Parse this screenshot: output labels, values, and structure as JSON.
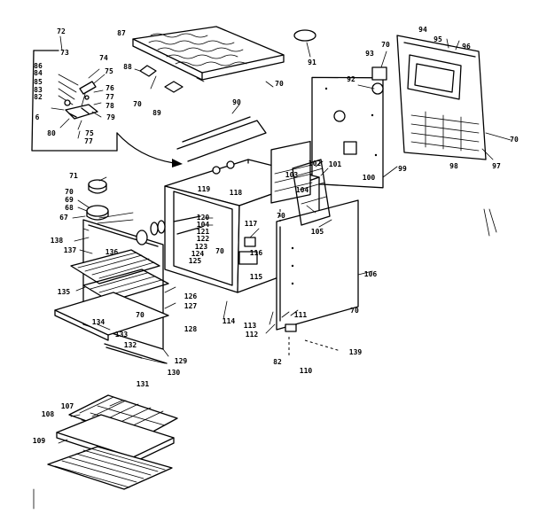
{
  "callouts": [
    {
      "id": "72",
      "text": "72"
    },
    {
      "id": "73",
      "text": "73"
    },
    {
      "id": "74",
      "text": "74"
    },
    {
      "id": "86",
      "text": "86"
    },
    {
      "id": "75",
      "text": "75"
    },
    {
      "id": "84",
      "text": "84"
    },
    {
      "id": "85",
      "text": "85"
    },
    {
      "id": "76",
      "text": "76"
    },
    {
      "id": "83",
      "text": "83"
    },
    {
      "id": "82",
      "text": "82"
    },
    {
      "id": "77a",
      "text": "77"
    },
    {
      "id": "78",
      "text": "78"
    },
    {
      "id": "6",
      "text": "6"
    },
    {
      "id": "79",
      "text": "79"
    },
    {
      "id": "80",
      "text": "80"
    },
    {
      "id": "75b",
      "text": "75"
    },
    {
      "id": "77b",
      "text": "77"
    },
    {
      "id": "87",
      "text": "87"
    },
    {
      "id": "88",
      "text": "88"
    },
    {
      "id": "70a",
      "text": "70"
    },
    {
      "id": "70b",
      "text": "70"
    },
    {
      "id": "89",
      "text": "89"
    },
    {
      "id": "91",
      "text": "91"
    },
    {
      "id": "70c",
      "text": "70"
    },
    {
      "id": "93",
      "text": "93"
    },
    {
      "id": "92",
      "text": "92"
    },
    {
      "id": "94",
      "text": "94"
    },
    {
      "id": "95",
      "text": "95"
    },
    {
      "id": "96",
      "text": "96"
    },
    {
      "id": "98",
      "text": "98"
    },
    {
      "id": "97",
      "text": "97"
    },
    {
      "id": "70d",
      "text": "70"
    },
    {
      "id": "99",
      "text": "99"
    },
    {
      "id": "100",
      "text": "100"
    },
    {
      "id": "90",
      "text": "90"
    },
    {
      "id": "102",
      "text": "102"
    },
    {
      "id": "101",
      "text": "101"
    },
    {
      "id": "103",
      "text": "103"
    },
    {
      "id": "104a",
      "text": "104"
    },
    {
      "id": "70e",
      "text": "70"
    },
    {
      "id": "105",
      "text": "105"
    },
    {
      "id": "71",
      "text": "71"
    },
    {
      "id": "70f",
      "text": "70"
    },
    {
      "id": "69",
      "text": "69"
    },
    {
      "id": "68",
      "text": "68"
    },
    {
      "id": "67",
      "text": "67"
    },
    {
      "id": "119",
      "text": "119"
    },
    {
      "id": "118",
      "text": "118"
    },
    {
      "id": "120",
      "text": "120"
    },
    {
      "id": "104b",
      "text": "104"
    },
    {
      "id": "121",
      "text": "121"
    },
    {
      "id": "122",
      "text": "122"
    },
    {
      "id": "123",
      "text": "123"
    },
    {
      "id": "124",
      "text": "124"
    },
    {
      "id": "125",
      "text": "125"
    },
    {
      "id": "117",
      "text": "117"
    },
    {
      "id": "116",
      "text": "116"
    },
    {
      "id": "70g",
      "text": "70"
    },
    {
      "id": "115",
      "text": "115"
    },
    {
      "id": "106",
      "text": "106"
    },
    {
      "id": "138",
      "text": "138"
    },
    {
      "id": "136",
      "text": "136"
    },
    {
      "id": "137",
      "text": "137"
    },
    {
      "id": "135",
      "text": "135"
    },
    {
      "id": "126",
      "text": "126"
    },
    {
      "id": "127",
      "text": "127"
    },
    {
      "id": "70h",
      "text": "70"
    },
    {
      "id": "134",
      "text": "134"
    },
    {
      "id": "133",
      "text": "133"
    },
    {
      "id": "132",
      "text": "132"
    },
    {
      "id": "128",
      "text": "128"
    },
    {
      "id": "129",
      "text": "129"
    },
    {
      "id": "130",
      "text": "130"
    },
    {
      "id": "131",
      "text": "131"
    },
    {
      "id": "114",
      "text": "114"
    },
    {
      "id": "113",
      "text": "113"
    },
    {
      "id": "112",
      "text": "112"
    },
    {
      "id": "111",
      "text": "111"
    },
    {
      "id": "70i",
      "text": "70"
    },
    {
      "id": "82b",
      "text": "82"
    },
    {
      "id": "110",
      "text": "110"
    },
    {
      "id": "139",
      "text": "139"
    },
    {
      "id": "107",
      "text": "107"
    },
    {
      "id": "108",
      "text": "108"
    },
    {
      "id": "109",
      "text": "109"
    }
  ]
}
